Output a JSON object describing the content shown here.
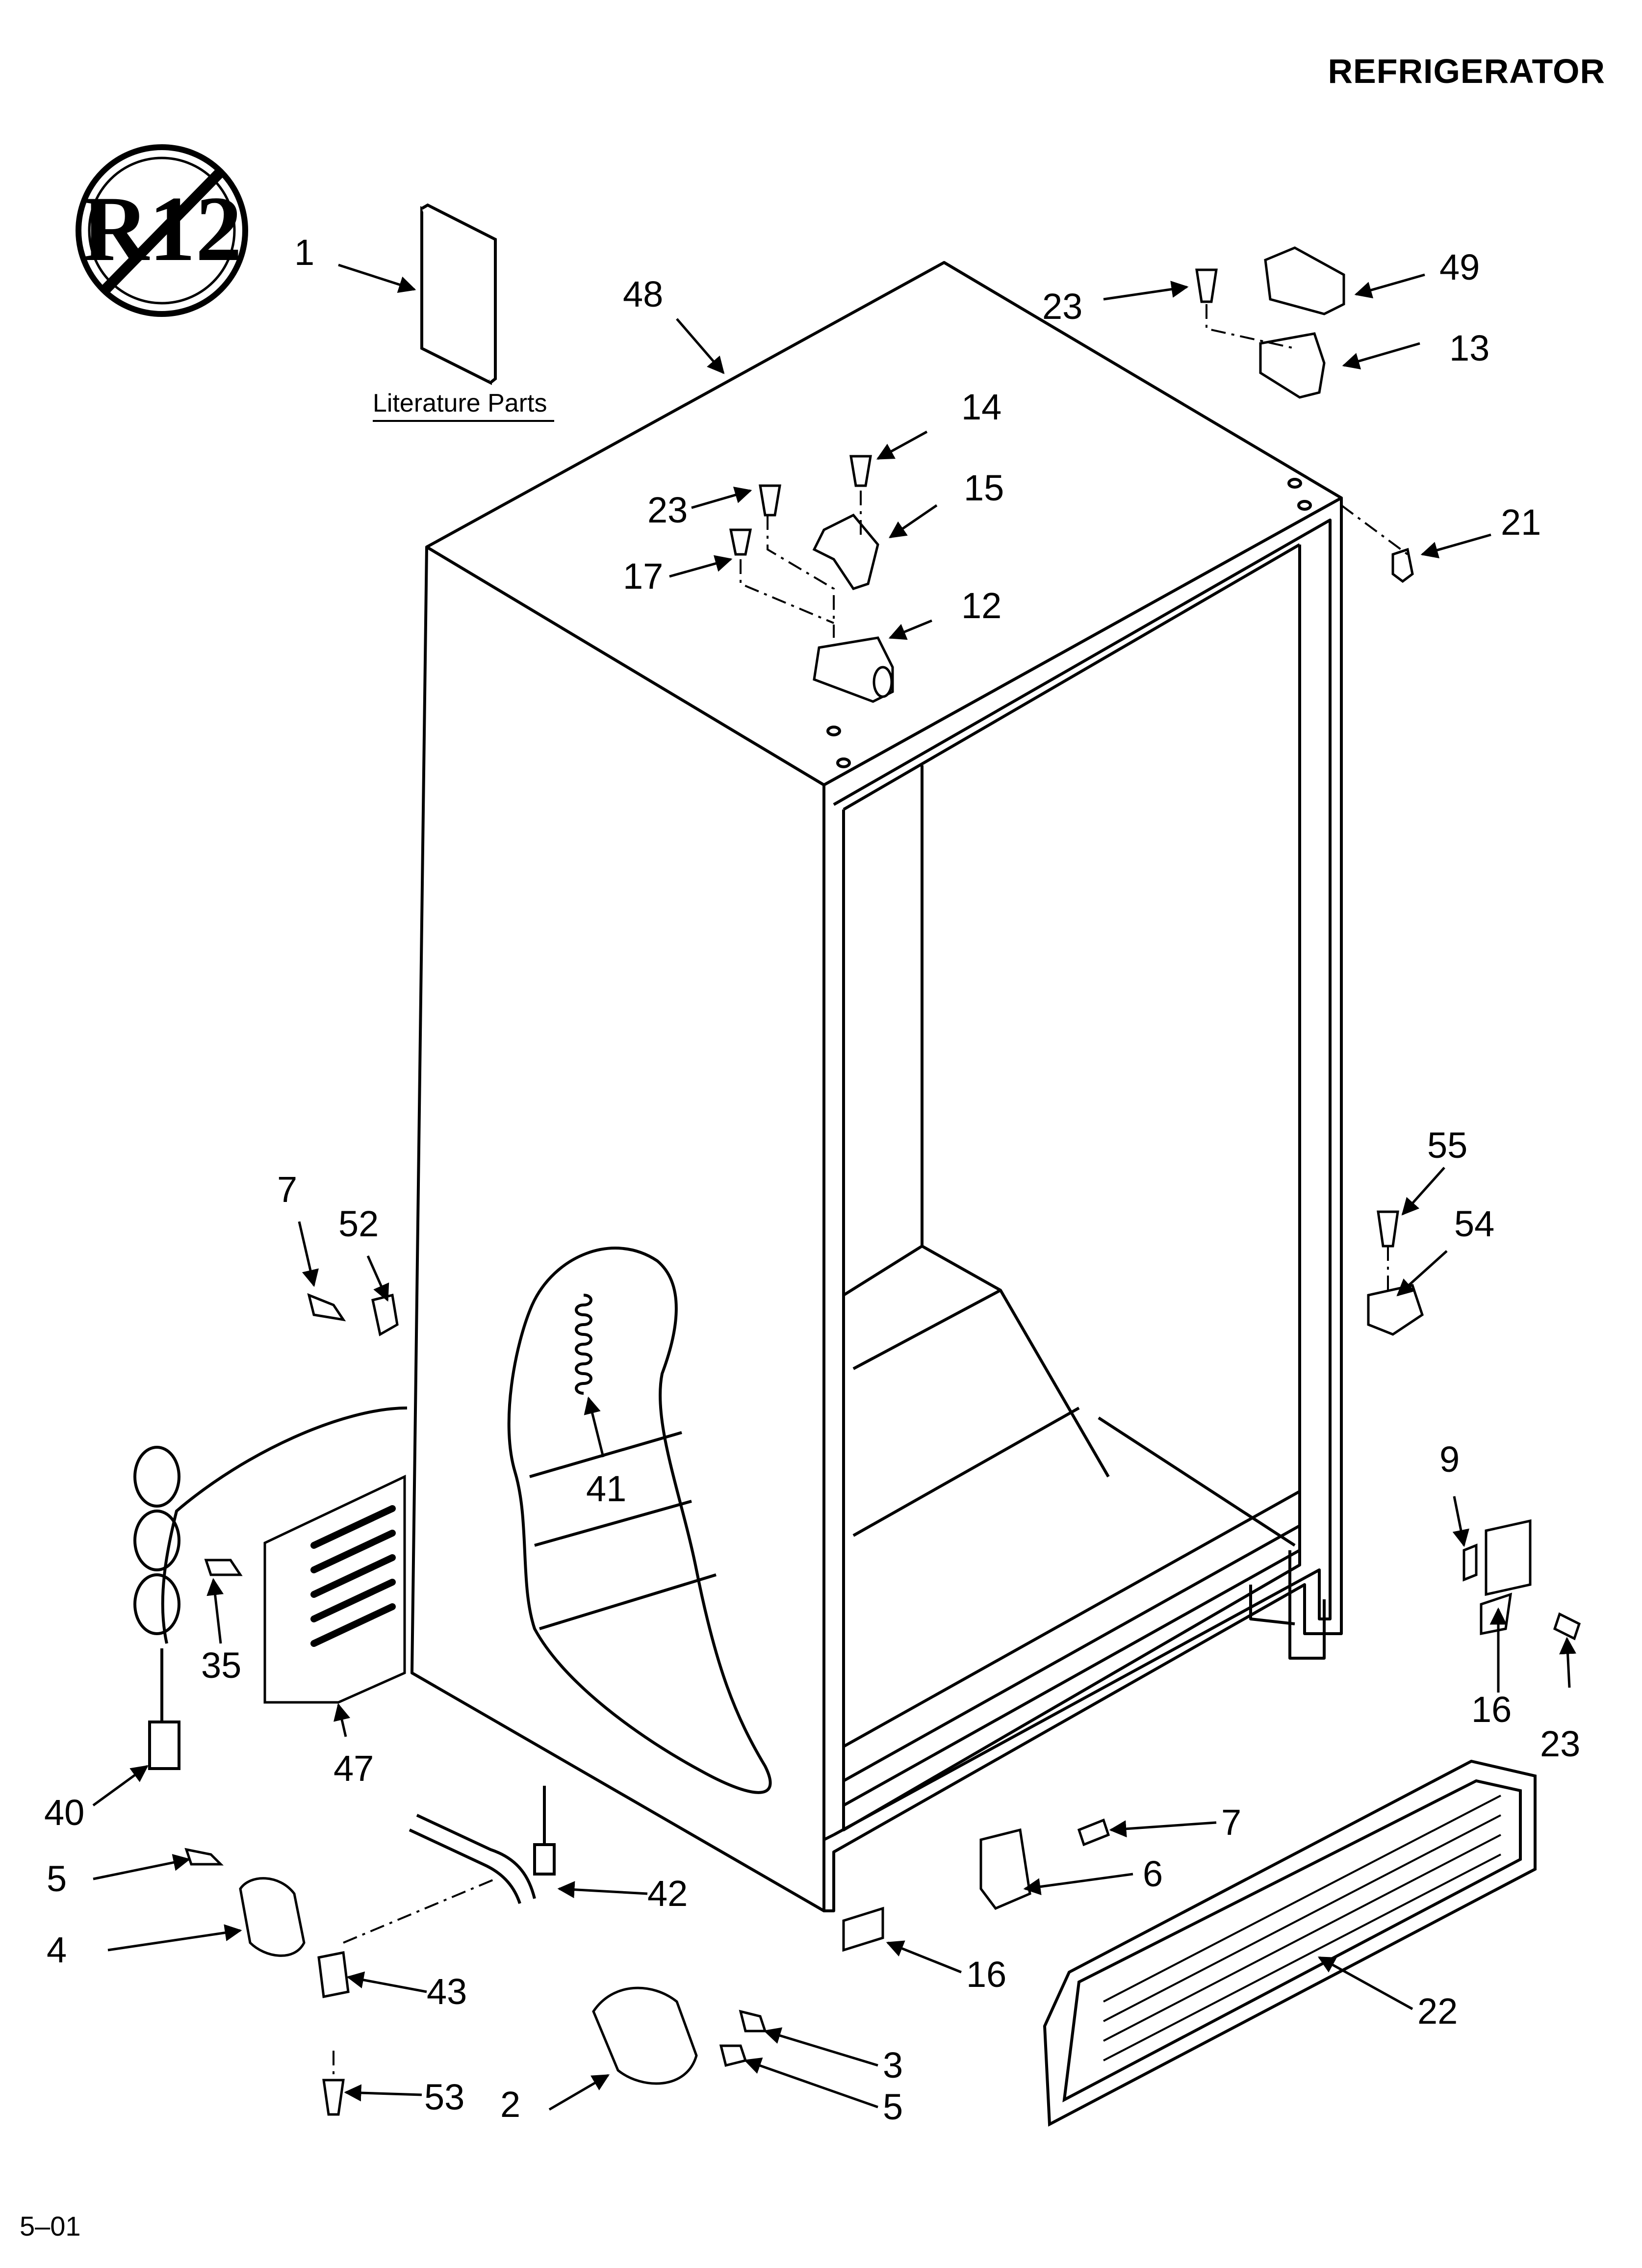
{
  "header": {
    "title": "REFRIGERATOR"
  },
  "footer": {
    "code": "5–01"
  },
  "literature": {
    "label": "Literature Parts"
  },
  "logo": {
    "text": "R12",
    "icon": "no-r12-icon"
  },
  "callouts": [
    {
      "id": "c1",
      "num": "1"
    },
    {
      "id": "c48",
      "num": "48"
    },
    {
      "id": "c23a",
      "num": "23"
    },
    {
      "id": "c49",
      "num": "49"
    },
    {
      "id": "c13",
      "num": "13"
    },
    {
      "id": "c14",
      "num": "14"
    },
    {
      "id": "c23b",
      "num": "23"
    },
    {
      "id": "c15",
      "num": "15"
    },
    {
      "id": "c17",
      "num": "17"
    },
    {
      "id": "c12",
      "num": "12"
    },
    {
      "id": "c21",
      "num": "21"
    },
    {
      "id": "c55",
      "num": "55"
    },
    {
      "id": "c54",
      "num": "54"
    },
    {
      "id": "c7a",
      "num": "7"
    },
    {
      "id": "c52",
      "num": "52"
    },
    {
      "id": "c41",
      "num": "41"
    },
    {
      "id": "c9",
      "num": "9"
    },
    {
      "id": "c35",
      "num": "35"
    },
    {
      "id": "c16a",
      "num": "16"
    },
    {
      "id": "c23c",
      "num": "23"
    },
    {
      "id": "c47",
      "num": "47"
    },
    {
      "id": "c40",
      "num": "40"
    },
    {
      "id": "c7b",
      "num": "7"
    },
    {
      "id": "c5a",
      "num": "5"
    },
    {
      "id": "c42",
      "num": "42"
    },
    {
      "id": "c6",
      "num": "6"
    },
    {
      "id": "c4",
      "num": "4"
    },
    {
      "id": "c16b",
      "num": "16"
    },
    {
      "id": "c43",
      "num": "43"
    },
    {
      "id": "c22",
      "num": "22"
    },
    {
      "id": "c3",
      "num": "3"
    },
    {
      "id": "c53",
      "num": "53"
    },
    {
      "id": "c2",
      "num": "2"
    },
    {
      "id": "c5b",
      "num": "5"
    }
  ]
}
